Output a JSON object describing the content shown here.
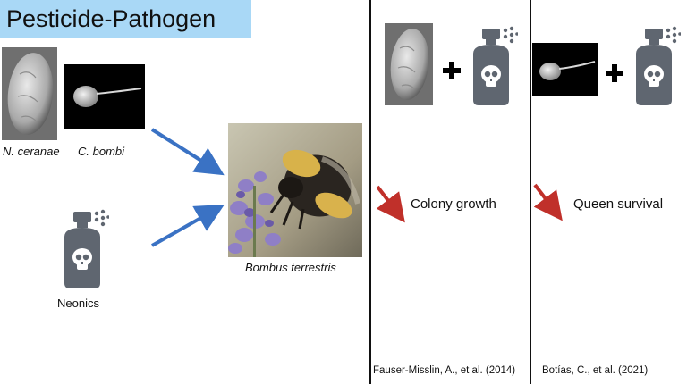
{
  "title": "Pesticide-Pathogen",
  "left": {
    "pathogen_1": "N. ceranae",
    "pathogen_2": "C. bombi",
    "pesticide": "Neonics",
    "host": "Bombus terrestris"
  },
  "studies": [
    {
      "effect": "Colony growth",
      "citation": "Fauser-Misslin, A., et al. (2014)"
    },
    {
      "effect": "Queen survival",
      "citation": "Botías, C., et al. (2021)"
    }
  ],
  "colors": {
    "title_bg": "#a9d8f6",
    "arrow_blue": "#3a72c4",
    "arrow_red": "#c0302a",
    "icon_gray": "#5f6670"
  },
  "icons": [
    "pesticide-spray-skull-icon",
    "plus-icon",
    "blue-arrow",
    "red-down-arrow"
  ]
}
